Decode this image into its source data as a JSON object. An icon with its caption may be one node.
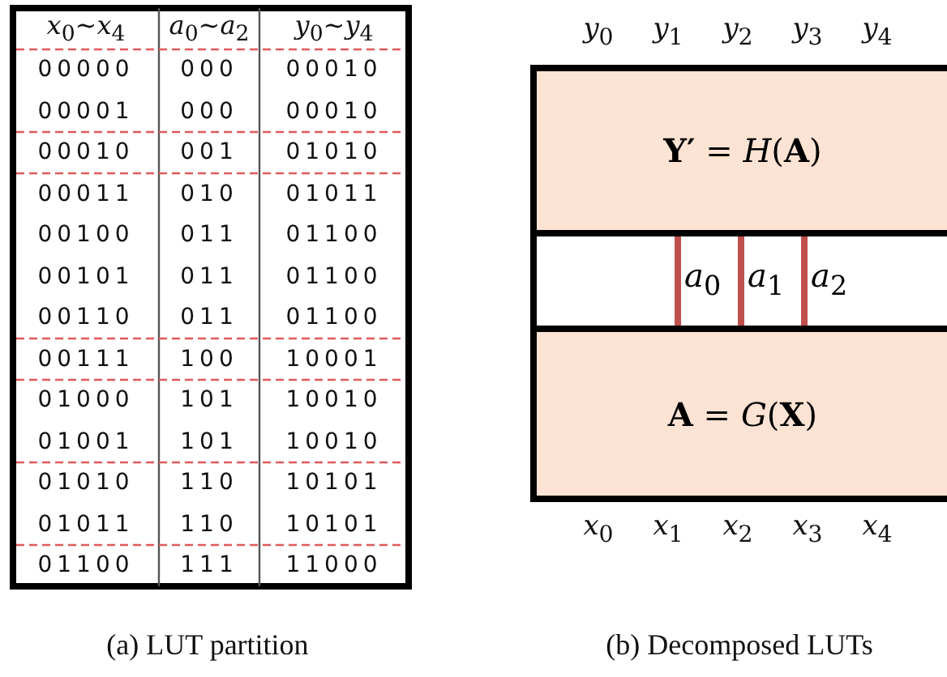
{
  "diagram": {
    "nodes": [
      {
        "text": [
          "**Y′** = *H*(**A**)"
        ]
      },
      {
        "text": [
          "*a*$_{0}$",
          "*a*$_{1}$",
          "*a*$_{2}$"
        ]
      },
      {
        "text": [
          "**A** = *G*(**X**)"
        ]
      }
    ],
    "labels": [
      "*x*$_{0}$~*x*$_{4}$",
      "*a*$_{0}$~*a*$_{2}$",
      "*y*$_{0}$~*y*$_{4}$",
      "00000",
      "000",
      "00010",
      "00001",
      "000",
      "00010",
      "00010",
      "001",
      "01010",
      "00011",
      "010",
      "01011",
      "00100",
      "011",
      "01100",
      "00101",
      "011",
      "01100",
      "00110",
      "011",
      "01100",
      "00111",
      "100",
      "10001",
      "01000",
      "101",
      "10010",
      "01001",
      "101",
      "10010",
      "01010",
      "110",
      "10101",
      "01011",
      "110",
      "10101",
      "01100",
      "111",
      "11000",
      "*y*$_{0}$",
      "*y*$_{1}$",
      "*y*$_{2}$",
      "*y*$_{3}$",
      "*y*$_{4}$",
      "*x*$_{0}$",
      "*x*$_{1}$",
      "*x*$_{2}$",
      "*x*$_{3}$",
      "*x*$_{4}$",
      "(a) LUT partition",
      "(b) Decomposed LUTs"
    ]
  }
}
